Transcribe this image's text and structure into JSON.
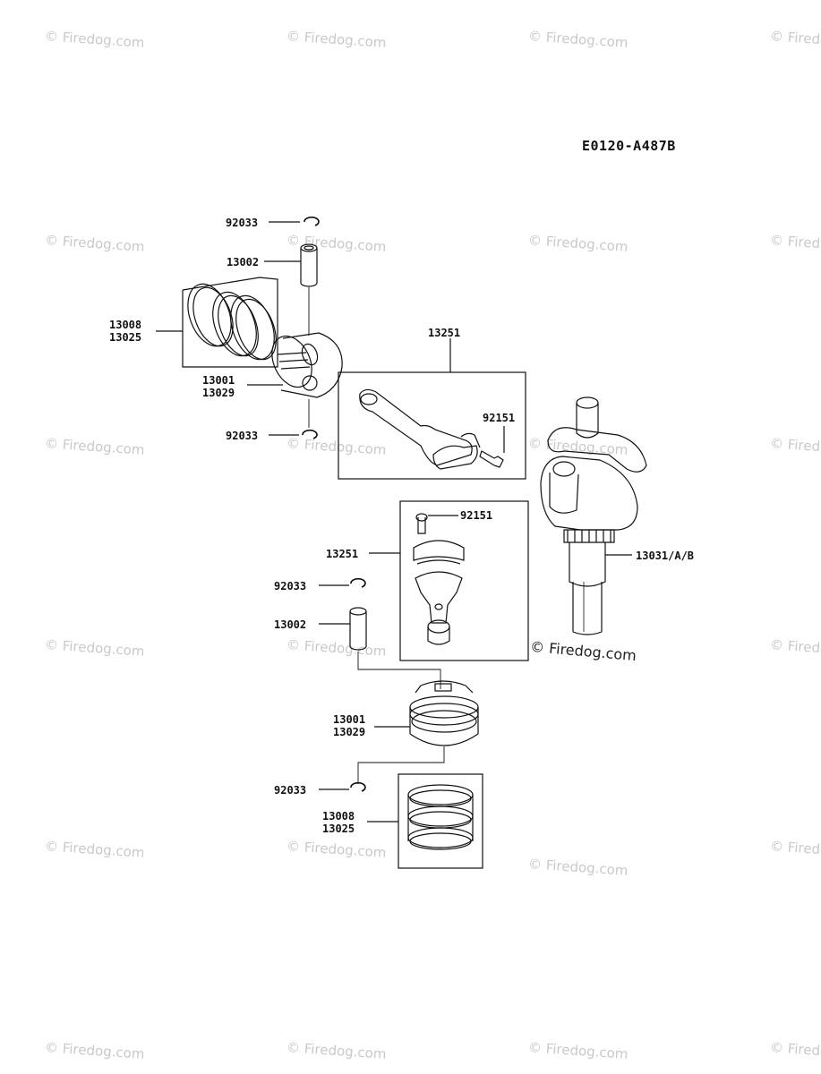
{
  "diagram": {
    "code": "E0120-A487B",
    "credit": "© Firedog.com",
    "watermark": "© Firedog.com",
    "parts": {
      "clip_top": "92033",
      "pin_top": "13002",
      "rings_top": "13008\n13025",
      "piston_top": "13001\n13029",
      "clip_mid": "92033",
      "rod_top": "13251",
      "bolt_top": "92151",
      "bolt_bottom": "92151",
      "rod_bottom": "13251",
      "crankshaft": "13031/A/B",
      "clip_bottom_a": "92033",
      "pin_bottom": "13002",
      "piston_bottom": "13001\n13029",
      "clip_bottom_b": "92033",
      "rings_bottom": "13008\n13025"
    }
  }
}
